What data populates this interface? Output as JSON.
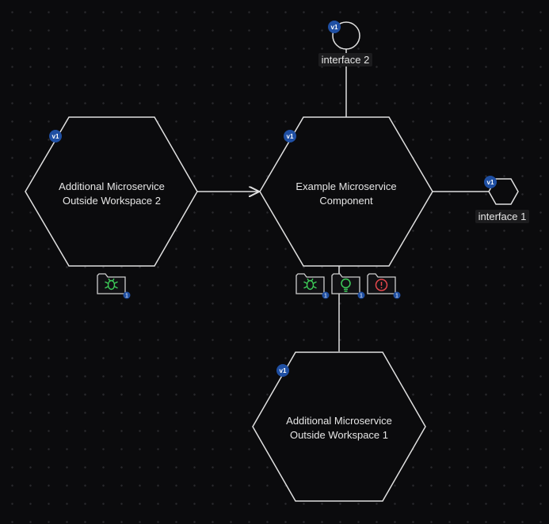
{
  "nodes": {
    "example": {
      "label_line1": "Example Microservice",
      "label_line2": "Component",
      "version": "v1"
    },
    "additional2": {
      "label_line1": "Additional Microservice",
      "label_line2": "Outside Workspace 2",
      "version": "v1"
    },
    "additional1": {
      "label_line1": "Additional Microservice",
      "label_line2": "Outside Workspace 1",
      "version": "v1"
    }
  },
  "interfaces": {
    "interface2": {
      "label": "interface 2",
      "version": "v1"
    },
    "interface1": {
      "label": "interface 1",
      "version": "v1"
    }
  },
  "badges": {
    "additional2_bug": {
      "icon": "bug-folder-icon",
      "count": "1",
      "color": "#3ecf5a"
    },
    "example_bug": {
      "icon": "bug-folder-icon",
      "count": "1",
      "color": "#3ecf5a"
    },
    "example_idea": {
      "icon": "lightbulb-folder-icon",
      "count": "1",
      "color": "#3ecf5a"
    },
    "example_alert": {
      "icon": "alert-folder-icon",
      "count": "1",
      "color": "#e5484d"
    }
  },
  "colors": {
    "background": "#0b0b0d",
    "stroke": "#e0e0e0",
    "version_badge": "#1f4fa3",
    "count_badge": "#1f4fa3"
  }
}
